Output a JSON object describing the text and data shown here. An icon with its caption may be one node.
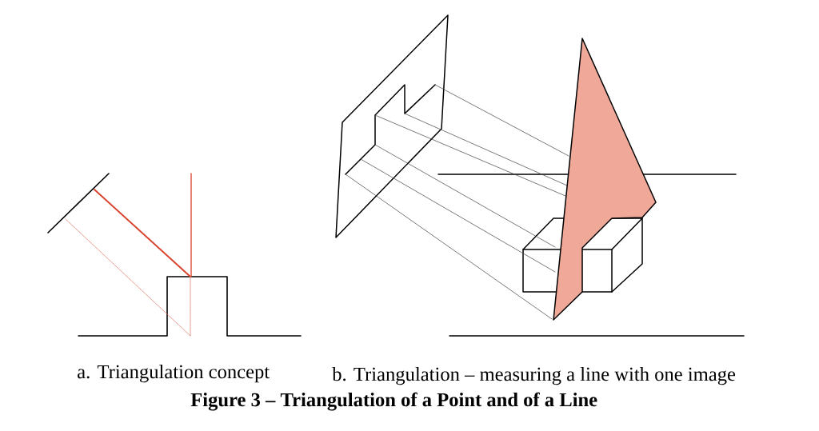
{
  "diagram": {
    "caption": "Figure 3 – Triangulation of a Point and of a Line",
    "labels": [
      "a. Triangulation concept",
      "b. Triangulation – measuring a line with one image"
    ]
  }
}
